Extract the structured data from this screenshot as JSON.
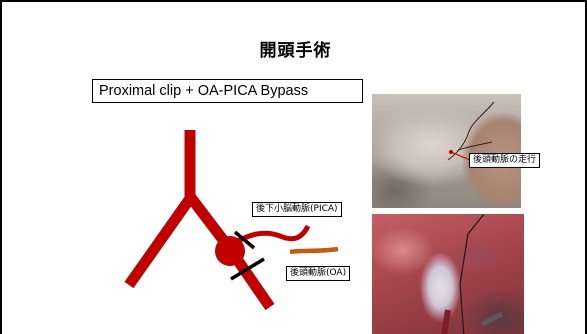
{
  "slide": {
    "title": "開頭手術",
    "subtitle": "Proximal clip + OA-PICA Bypass"
  },
  "diagram": {
    "labels": {
      "pica": "後下小脳動脈(PICA)",
      "oa": "後頭動脈(OA)"
    },
    "colors": {
      "vessel": "#c00000",
      "oa_vessel": "#c55a11",
      "clip": "#000000"
    }
  },
  "photos": {
    "head_label": "後頭動脈の走行"
  }
}
